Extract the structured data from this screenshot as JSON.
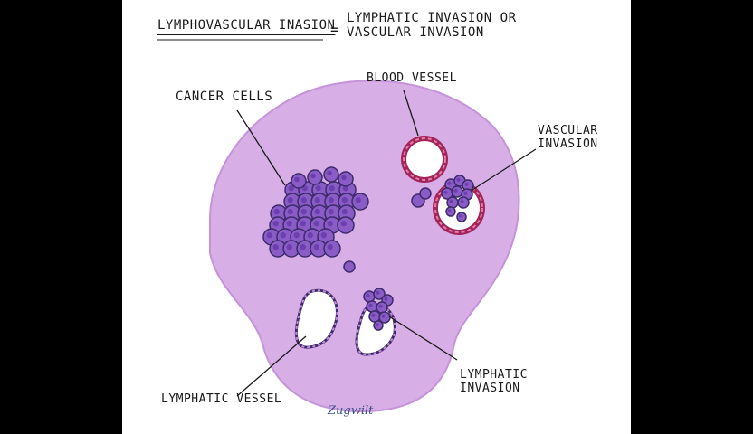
{
  "title": {
    "term": "Lymphovascular inasion",
    "equals": "=",
    "definition_line1": "Lymphatic invasion or",
    "definition_line2": "Vascular invasion"
  },
  "labels": {
    "cancer_cells": "Cancer cells",
    "blood_vessel": "Blood vessel",
    "vascular_invasion_line1": "Vascular",
    "vascular_invasion_line2": "invasion",
    "lymphatic_invasion_line1": "Lymphatic",
    "lymphatic_invasion_line2": "invasion",
    "lymphatic_vessel": "Lymphatic vessel"
  },
  "signature": "Zugwilt",
  "colors": {
    "tissue": "#d8aee6",
    "tissue_edge": "#c593d8",
    "cell_fill": "#8a5cc6",
    "cell_stroke": "#3d2a6b",
    "vessel_wall": "#a3245a",
    "lymph_wall": "#c28bd6"
  }
}
